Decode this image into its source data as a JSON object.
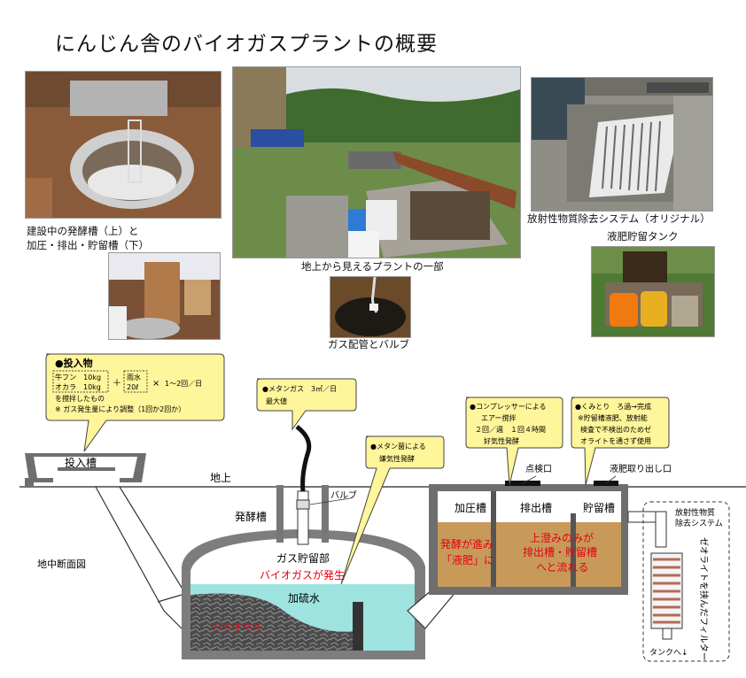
{
  "title": "にんじん舎のバイオガスプラントの概要",
  "photo_captions": {
    "construction_line1": "建設中の発酵槽（上）と",
    "construction_line2": "加圧・排出・貯留槽（下）",
    "above_ground": "地上から見えるプラントの一部",
    "gas_pipe": "ガス配管とバルブ",
    "radioactive_system": "放射性物質除去システム（オリジナル）",
    "liquid_tank": "液肥貯留タンク"
  },
  "input_callout": {
    "heading": "●投入物",
    "item1": "牛フン　10kg",
    "item2": "オカラ　10kg",
    "plus": "＋",
    "item3": "雨水",
    "item4": "20ℓ",
    "times": "×",
    "frequency": "1～2回／日",
    "note1": "を撹拌したもの",
    "note2": "※ ガス発生量により調整（1回か2回か）"
  },
  "methane_callout": {
    "line1": "●メタンガス　3㎥／日",
    "line2": "最大値"
  },
  "bacteria_callout": {
    "line1": "●メタン菌による",
    "line2": "嫌気性発酵"
  },
  "compressor_callout": {
    "line1": "●コンプレッサーによる",
    "line2": "エアー撹拌",
    "line3": "２回／週　１回４時間",
    "line4": "好気性発酵"
  },
  "pumping_callout": {
    "line1": "●くみとり　ろ過→完成",
    "line2": "※貯留槽液肥、放射能",
    "line3": "検査で不検出のためゼ",
    "line4": "オライトを通さず使用"
  },
  "diagram": {
    "input_tank": "投入槽",
    "ground": "地上",
    "valve": "バルブ",
    "fermenter": "発酵槽",
    "underground_section": "地中断面図",
    "gas_storage": "ガス貯留部",
    "biogas_generated": "バイオガスが発生",
    "digestate": "加硫水",
    "biomass": "バイオマス",
    "inspection_port": "点検口",
    "outlet": "液肥取り出し口",
    "pressure_tank": "加圧槽",
    "discharge_tank": "排出槽",
    "storage_tank": "貯留槽",
    "ferment_text1": "発酵が進み",
    "ferment_text2": "「液肥」に",
    "flow_text1": "上澄みのみが",
    "flow_text2": "排出槽・貯留槽",
    "flow_text3": "へと流れる",
    "system_label1": "放射性物質",
    "system_label2": "除去システム",
    "zeolite_filter": "ゼオライトを挟んだフィルター",
    "to_tank": "タンクへ↓"
  },
  "colors": {
    "accent_red": "#e60012",
    "callout_yellow": "#fff59a",
    "liquid_cyan": "#9ee3df",
    "brown_liquid": "#c79a5a",
    "concrete_gray": "#7d7d7d"
  }
}
